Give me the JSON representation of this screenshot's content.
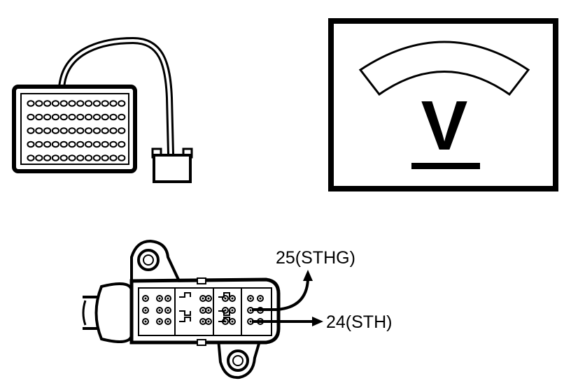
{
  "breakout_box": {
    "icon": "breakout-box-icon",
    "pin_rows": 5,
    "pins_per_row": 12
  },
  "voltmeter": {
    "icon": "voltmeter-icon",
    "symbol": "V"
  },
  "connector": {
    "icon": "connector-icon",
    "terminals": [
      {
        "label": "25(STHG)"
      },
      {
        "label": "24(STH)"
      }
    ]
  },
  "colors": {
    "line": "#000000",
    "background": "#ffffff"
  }
}
